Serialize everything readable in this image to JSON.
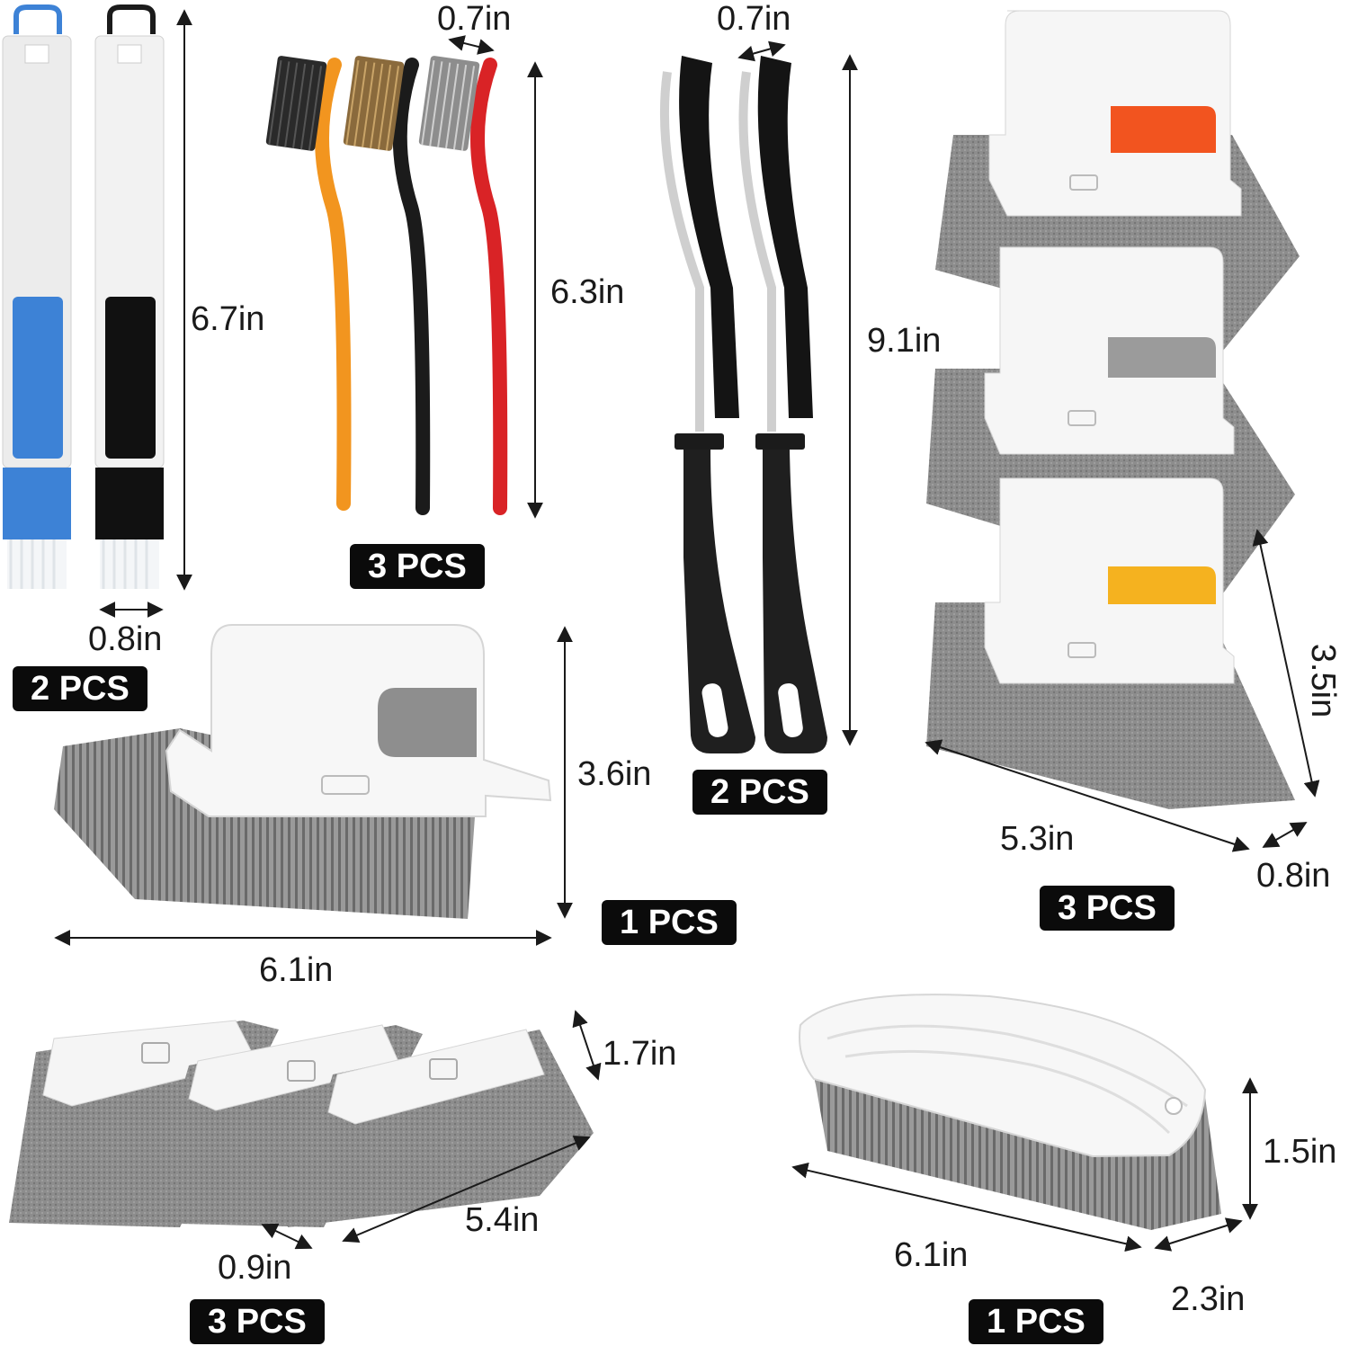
{
  "colors": {
    "orange": "#f2951f",
    "red": "#d92326",
    "blue": "#3d82d6",
    "black": "#1b1b1b",
    "grey_pad": "#8a8a8a",
    "tab_orange": "#f2541f",
    "tab_grey": "#9b9b9b",
    "tab_yellow": "#f5b21f"
  },
  "products": [
    {
      "name": "two-in-one-crevice-brush",
      "qty": "2 PCS",
      "dims": [
        "6.7in",
        "0.8in"
      ]
    },
    {
      "name": "wire-brush-set",
      "qty": "3 PCS",
      "dims": [
        "0.7in",
        "6.3in"
      ]
    },
    {
      "name": "gap-cleaning-brush",
      "qty": "2 PCS",
      "dims": [
        "0.7in",
        "9.1in"
      ]
    },
    {
      "name": "window-track-brush-set",
      "qty": "3 PCS",
      "dims": [
        "3.5in",
        "5.3in",
        "0.8in"
      ]
    },
    {
      "name": "handle-scrub-brush",
      "qty": "1 PCS",
      "dims": [
        "3.6in",
        "6.1in"
      ]
    },
    {
      "name": "groove-sponge-brush-set",
      "qty": "3 PCS",
      "dims": [
        "1.7in",
        "5.4in",
        "0.9in"
      ]
    },
    {
      "name": "flexible-scrub-brush",
      "qty": "1 PCS",
      "dims": [
        "1.5in",
        "6.1in",
        "2.3in"
      ]
    }
  ]
}
